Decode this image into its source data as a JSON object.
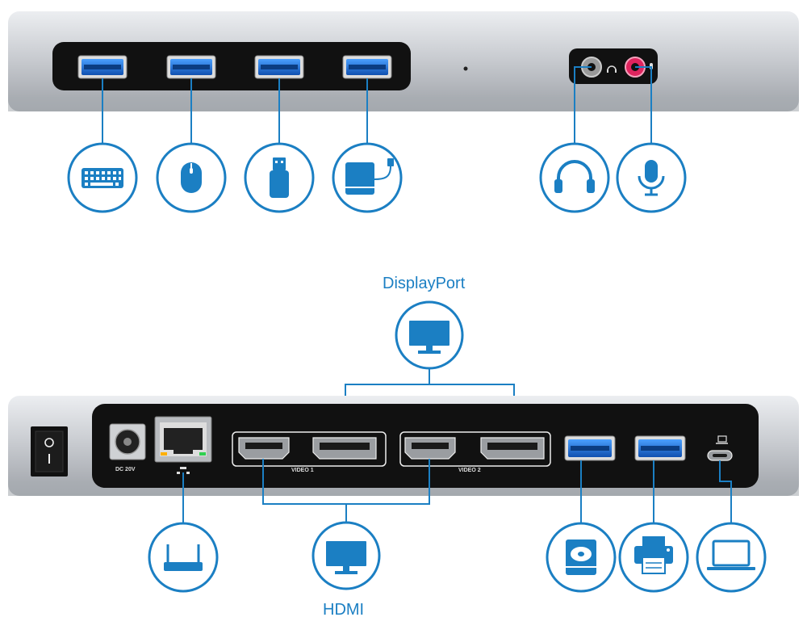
{
  "front_panel": {
    "usb_ports": [
      {
        "device": "keyboard-icon"
      },
      {
        "device": "mouse-icon"
      },
      {
        "device": "usb-flash-drive-icon"
      },
      {
        "device": "external-drive-icon"
      }
    ],
    "audio_jacks": [
      {
        "device": "headphones-icon"
      },
      {
        "device": "microphone-icon"
      }
    ]
  },
  "rear_panel": {
    "dc_label": "DC 20V",
    "video1_label": "VIDEO 1",
    "video2_label": "VIDEO 2",
    "displayport_label": "DisplayPort",
    "hdmi_label": "HDMI",
    "peripherals": [
      "router-icon",
      "monitor-icon",
      "monitor-icon",
      "disc-drive-icon",
      "printer-icon",
      "laptop-icon"
    ]
  },
  "colors": {
    "accent_blue": "#1b7fc3",
    "usb3_blue": "#1f6fd0",
    "chassis_silver": "#c9ccd1",
    "panel_black": "#111111",
    "mic_pink": "#e0245e"
  }
}
